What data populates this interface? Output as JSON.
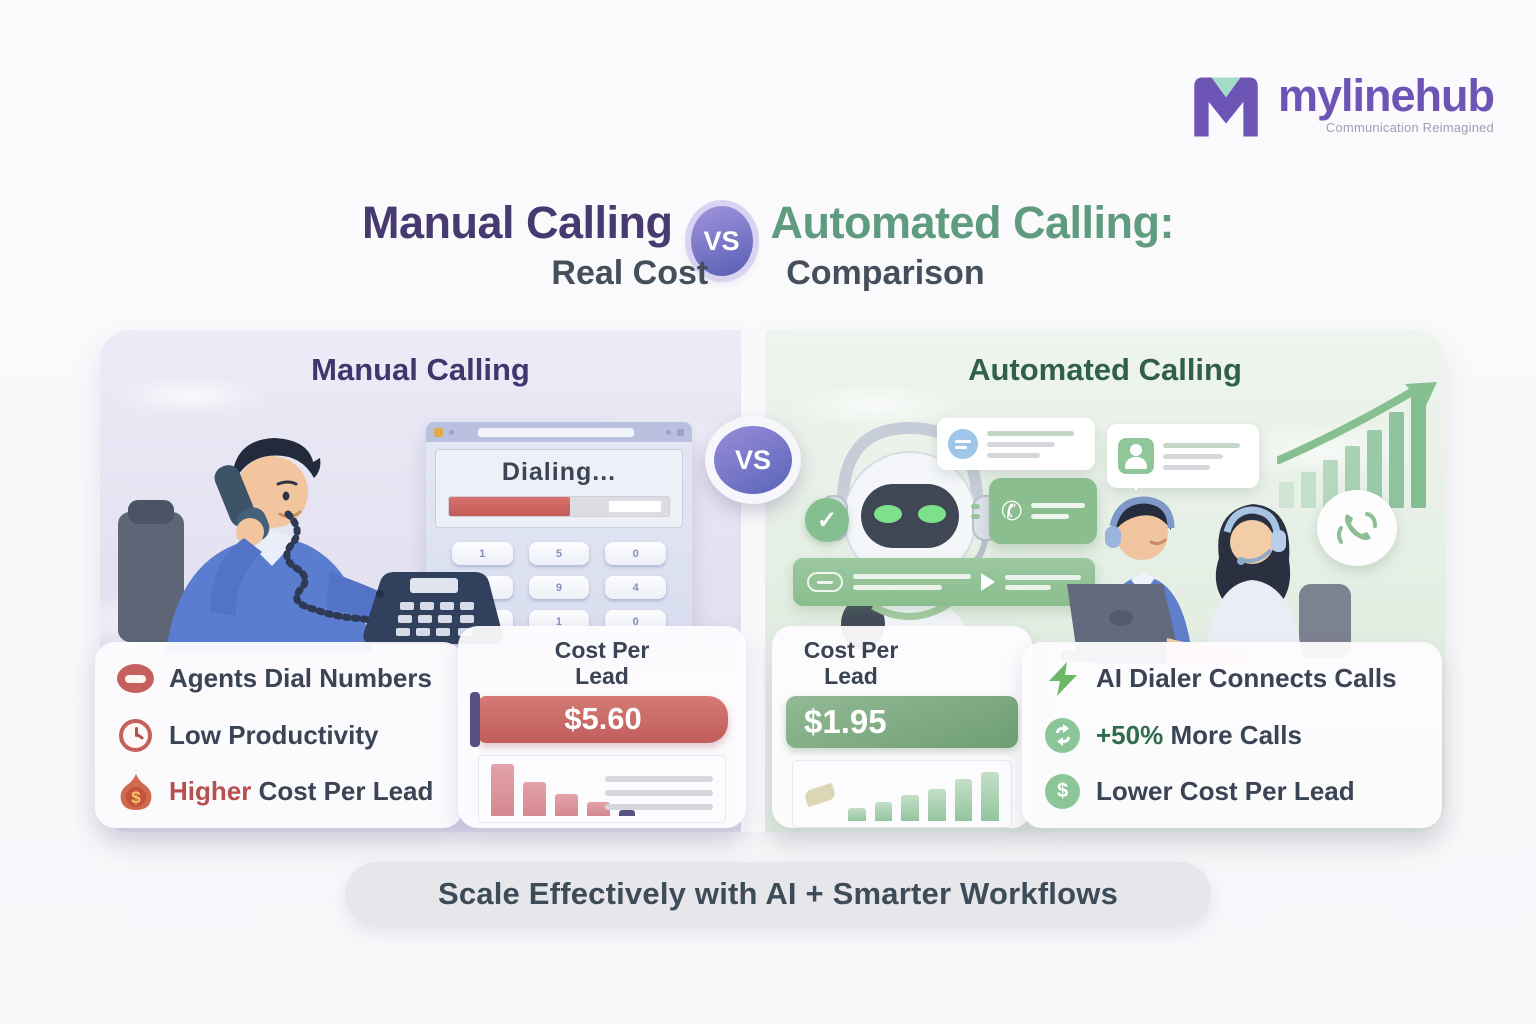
{
  "brand": {
    "name": "mylinehub",
    "tagline": "Communication Reimagined",
    "purple": "#6d55b6",
    "mint": "#a3dcc6"
  },
  "title": {
    "left": "Manual Calling",
    "vs": "VS",
    "right": "Automated Calling:",
    "subtitle_left": "Real Cost",
    "subtitle_right": "Comparison"
  },
  "center_badge": {
    "label": "VS"
  },
  "manual_panel": {
    "header": "Manual Calling",
    "accent_color": "#c0504d",
    "screen": {
      "status": "Dialing...",
      "progress_percent": 55,
      "keypad": [
        "1",
        "5",
        "0",
        "-",
        "9",
        "4",
        "·",
        "1",
        "0"
      ]
    },
    "bullets": [
      {
        "icon": "phone-receiver-icon",
        "highlight": "",
        "rest": "Agents Dial Numbers"
      },
      {
        "icon": "clock-icon",
        "highlight": "",
        "rest": "Low Productivity"
      },
      {
        "icon": "flame-dollar-icon",
        "highlight": "Higher",
        "rest": " Cost Per Lead"
      }
    ],
    "cost": {
      "label": "Cost Per Lead",
      "value": "$5.60",
      "bar_color": "#c96463"
    },
    "mini_chart": {
      "trend": "declining",
      "bars": [
        0.95,
        0.62,
        0.4,
        0.25,
        0.1
      ]
    }
  },
  "auto_panel": {
    "header": "Automated Calling",
    "accent_color": "#5e9c7e",
    "bullets": [
      {
        "icon": "bolt-icon",
        "highlight": "",
        "rest": "AI Dialer Connects Calls"
      },
      {
        "icon": "refresh-dollar-icon",
        "highlight": "+50%",
        "rest": " More Calls"
      },
      {
        "icon": "dollar-circle-icon",
        "highlight": "",
        "rest": "Lower Cost Per Lead"
      }
    ],
    "cost": {
      "label": "Cost Per Lead",
      "value": "$1.95",
      "bar_color": "#7fae81"
    },
    "mini_chart": {
      "trend": "rising",
      "bars": [
        0.24,
        0.34,
        0.48,
        0.58,
        0.76,
        0.9
      ]
    }
  },
  "footer": {
    "banner": "Scale Effectively with AI + Smarter Workflows"
  }
}
